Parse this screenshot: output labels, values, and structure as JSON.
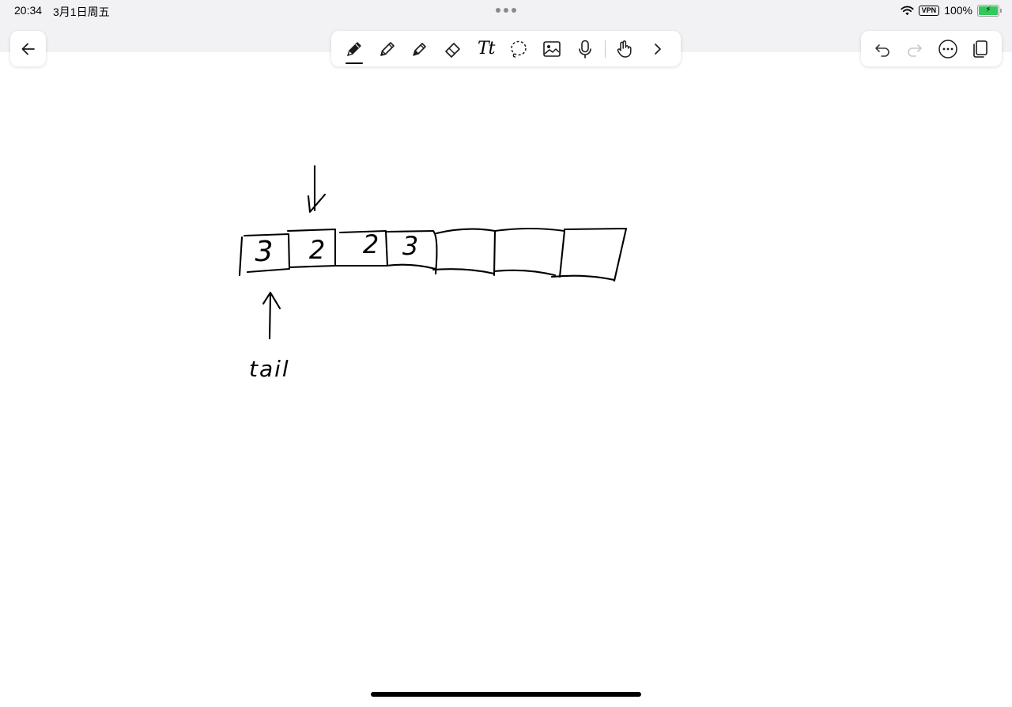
{
  "status_bar": {
    "time": "20:34",
    "date": "3月1日周五",
    "vpn": "VPN",
    "battery_percent": "100%",
    "battery_level": 1.0,
    "battery_color": "#34c759"
  },
  "toolbar": {
    "back_icon": "arrow-left-icon",
    "tools": [
      {
        "name": "pen",
        "icon": "pen-icon",
        "active": true
      },
      {
        "name": "pencil",
        "icon": "pencil-icon",
        "active": false
      },
      {
        "name": "highlighter",
        "icon": "highlighter-icon",
        "active": false
      },
      {
        "name": "eraser",
        "icon": "eraser-icon",
        "active": false
      },
      {
        "name": "text",
        "icon": "text-tool-icon",
        "label": "Tt",
        "active": false
      },
      {
        "name": "lasso",
        "icon": "lasso-icon",
        "active": false
      },
      {
        "name": "image",
        "icon": "image-icon",
        "active": false
      },
      {
        "name": "microphone",
        "icon": "microphone-icon",
        "active": false
      },
      {
        "name": "hand",
        "icon": "hand-pointer-icon",
        "active": false
      },
      {
        "name": "more-tools",
        "icon": "chevron-right-icon",
        "active": false
      }
    ],
    "actions": [
      {
        "name": "undo",
        "icon": "undo-icon",
        "enabled": true
      },
      {
        "name": "redo",
        "icon": "redo-icon",
        "enabled": false
      },
      {
        "name": "more",
        "icon": "ellipsis-circle-icon",
        "enabled": true
      },
      {
        "name": "pages",
        "icon": "pages-icon",
        "enabled": true
      }
    ]
  },
  "canvas": {
    "handwritten_cells": [
      "3",
      "2",
      "2",
      "3",
      "",
      "",
      ""
    ],
    "handwritten_label": "tail",
    "ink_color": "#000000"
  }
}
